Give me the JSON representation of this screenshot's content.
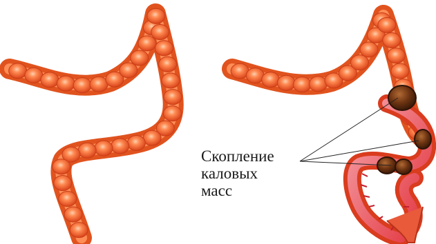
{
  "label": {
    "lines": [
      "Скопление",
      "каловых",
      "масс"
    ]
  },
  "colors": {
    "bowel_dark": "#d9481c",
    "bowel_mid": "#f0642b",
    "bowel_light": "#ff8c55",
    "highlight": "#ffc2a0",
    "inner_red": "#e0303a",
    "inner_pink": "#f4a0a8",
    "feces_dark": "#4a2410",
    "feces_mid": "#7a3a14",
    "feces_light": "#a8602e",
    "pointer_line": "#222222"
  }
}
